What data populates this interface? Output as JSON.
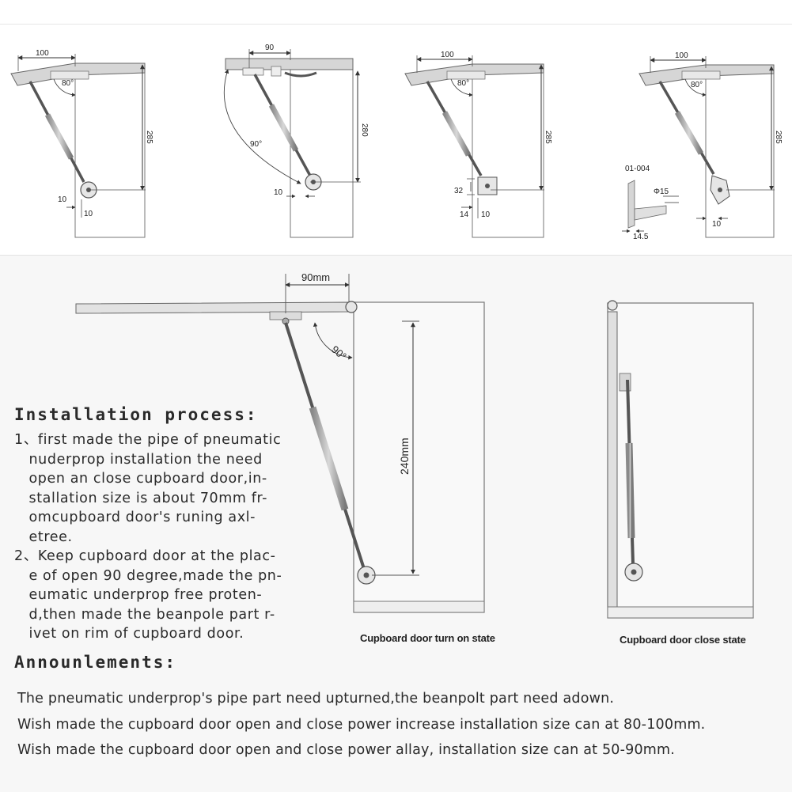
{
  "top_diagrams": [
    {
      "dim_a": "100",
      "angle": "80°",
      "height": "285",
      "off_a": "10",
      "off_b": "10"
    },
    {
      "dim_a": "90",
      "angle": "90°",
      "height": "280",
      "off_a": "10"
    },
    {
      "dim_a": "100",
      "angle": "80°",
      "height": "285",
      "off_v": "32",
      "off_a": "14",
      "off_b": "10"
    },
    {
      "dim_a": "100",
      "angle": "80°",
      "height": "285",
      "part_no": "01-004",
      "dia": "Φ15",
      "off_a": "14.5",
      "off_b": "10"
    }
  ],
  "open_diagram": {
    "dim_top": "90mm",
    "angle": "90°",
    "height": "240mm",
    "caption": "Cupboard door turn on state"
  },
  "closed_diagram": {
    "caption": "Cupboard door close state"
  },
  "installation": {
    "title": "Installation process:",
    "lines": [
      "1、first made the pipe of pneumatic",
      "   nuderprop installation the need",
      "   open an close cupboard door,in-",
      "   stallation size is about 70mm fr-",
      "   omcupboard door's runing axl-",
      "   etree.",
      "2、Keep cupboard door at the plac-",
      "   e of open 90 degree,made the pn-",
      "   eumatic underprop free proten-",
      "   d,then made the beanpole part r-",
      "   ivet on rim of cupboard door."
    ]
  },
  "announcements": {
    "title": "Announlements:",
    "lines": [
      "The pneumatic underprop's pipe part need upturned,the beanpolt part need adown.",
      "Wish made the cupboard door open and close power increase installation size can at 80-100mm.",
      "Wish made the cupboard door open and close power allay, installation size can at 50-90mm."
    ]
  },
  "colors": {
    "line": "#444444",
    "panel": "#d9d9d9",
    "panel_edge": "#666666",
    "bg_bottom": "#f7f7f7"
  }
}
